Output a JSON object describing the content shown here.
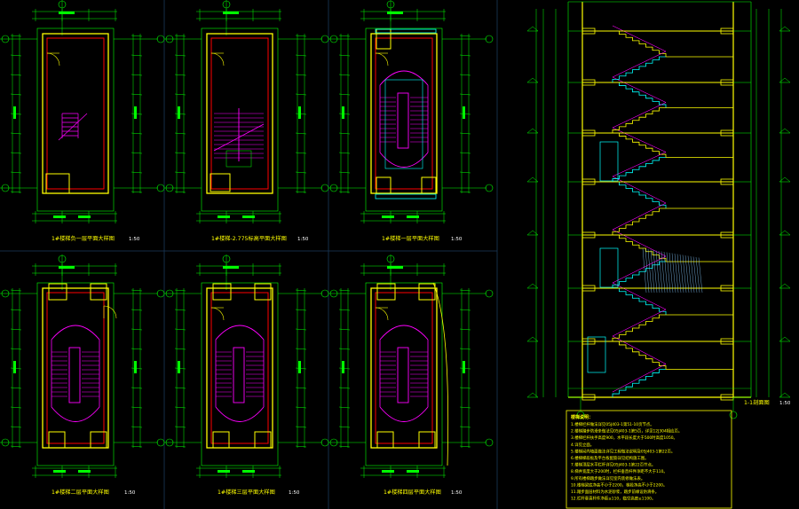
{
  "drawing": {
    "background": "#000000",
    "colors": {
      "wall": "#ffff00",
      "wall_inner": "#ff0000",
      "stair": "#ff00ff",
      "dim": "#00ff00",
      "axis": "#00ff00",
      "column": "#ffff00",
      "cyan": "#00ffff",
      "text": "#ffffff"
    }
  },
  "plans": [
    {
      "title": "1#楼梯负一层平面大样图",
      "scale": "1:50",
      "kind": "basement"
    },
    {
      "title": "1#楼梯-2.775标高平面大样图",
      "scale": "1:50",
      "kind": "mezz"
    },
    {
      "title": "1#楼梯一层平面大样图",
      "scale": "1:50",
      "kind": "first"
    },
    {
      "title": "1#楼梯二层平面大样图",
      "scale": "1:50",
      "kind": "second"
    },
    {
      "title": "1#楼梯三层平面大样图",
      "scale": "1:50",
      "kind": "typical"
    },
    {
      "title": "1#楼梯四层平面大样图",
      "scale": "1:50",
      "kind": "fourth"
    }
  ],
  "axis_labels": {
    "top": "④",
    "side_top": "⑥",
    "side_bottom": "⑦"
  },
  "section": {
    "title": "1-1剖面图",
    "scale": "1:50",
    "floors": 6
  },
  "notes": {
    "heading": "楼梯说明：",
    "lines": [
      "1.楼梯栏杆做法详见05J403-1第51-10页节点。",
      "2.楼梯踏步防滑条做法见05J403-1第5页，详见12J304相应页。",
      "3.楼梯栏杆扶手高度900，水平段长度大于500时高度1050。",
      "4.详见立面。",
      "5.楼梯间内墙面做法详见工程做法说明及05J403-1第22页。",
      "6.楼梯梯段板及平台板配筋详见结构施工图。",
      "7.楼梯顶层水平栏杆详见05J403-1第22页节点。",
      "8.梯井宽度大于200时，栏杆垂直杆件净距不大于110。",
      "9.所有楼梯踏步做法详见室内装修做法表。",
      "10.楼梯梁底净高不小于2200，梯段净高不小于2200。",
      "11.踏步面层材料为水泥砂浆，踏步前缘设防滑条。",
      "12.栏杆垂直杆件净距≤110，临空高度≥1100。"
    ]
  }
}
